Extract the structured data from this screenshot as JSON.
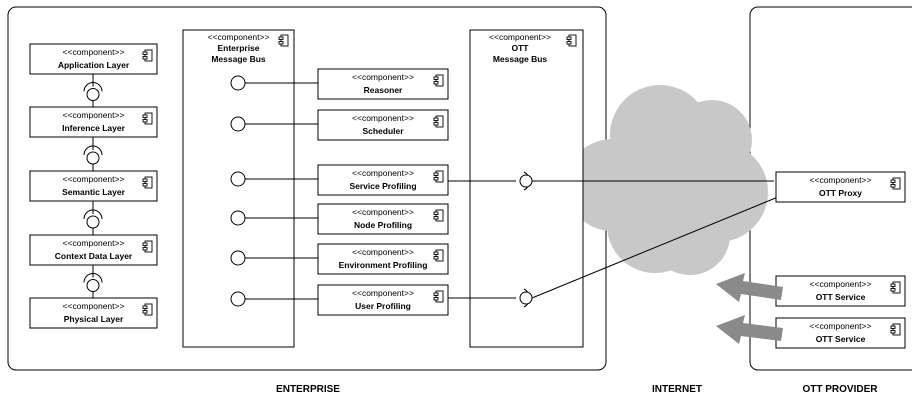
{
  "stereotype": "<<component>>",
  "regions": [
    {
      "id": "enterprise",
      "label": "ENTERPRISE"
    },
    {
      "id": "internet",
      "label": "INTERNET"
    },
    {
      "id": "ott-provider",
      "label": "OTT PROVIDER"
    }
  ],
  "layers": [
    {
      "id": "application-layer",
      "name": "Application Layer"
    },
    {
      "id": "inference-layer",
      "name": "Inference Layer"
    },
    {
      "id": "semantic-layer",
      "name": "Semantic Layer"
    },
    {
      "id": "context-data-layer",
      "name": "Context Data Layer"
    },
    {
      "id": "physical-layer",
      "name": "Physical Layer"
    }
  ],
  "buses": [
    {
      "id": "enterprise-message-bus",
      "name_lines": [
        "Enterprise",
        "Message Bus"
      ]
    },
    {
      "id": "ott-message-bus",
      "name_lines": [
        "OTT",
        "Message Bus"
      ]
    }
  ],
  "services": [
    {
      "id": "reasoner",
      "name": "Reasoner"
    },
    {
      "id": "scheduler",
      "name": "Scheduler"
    },
    {
      "id": "service-profiling",
      "name": "Service Profiling"
    },
    {
      "id": "node-profiling",
      "name": "Node Profiling"
    },
    {
      "id": "environment-profiling",
      "name": "Environment Profiling"
    },
    {
      "id": "user-profiling",
      "name": "User Profiling"
    }
  ],
  "ott": [
    {
      "id": "ott-proxy",
      "name": "OTT Proxy"
    },
    {
      "id": "ott-service-1",
      "name": "OTT Service"
    },
    {
      "id": "ott-service-2",
      "name": "OTT Service"
    }
  ],
  "colors": {
    "cloud": "#c8c8c8",
    "arrow": "#8a8a8a",
    "stroke": "#000000"
  }
}
